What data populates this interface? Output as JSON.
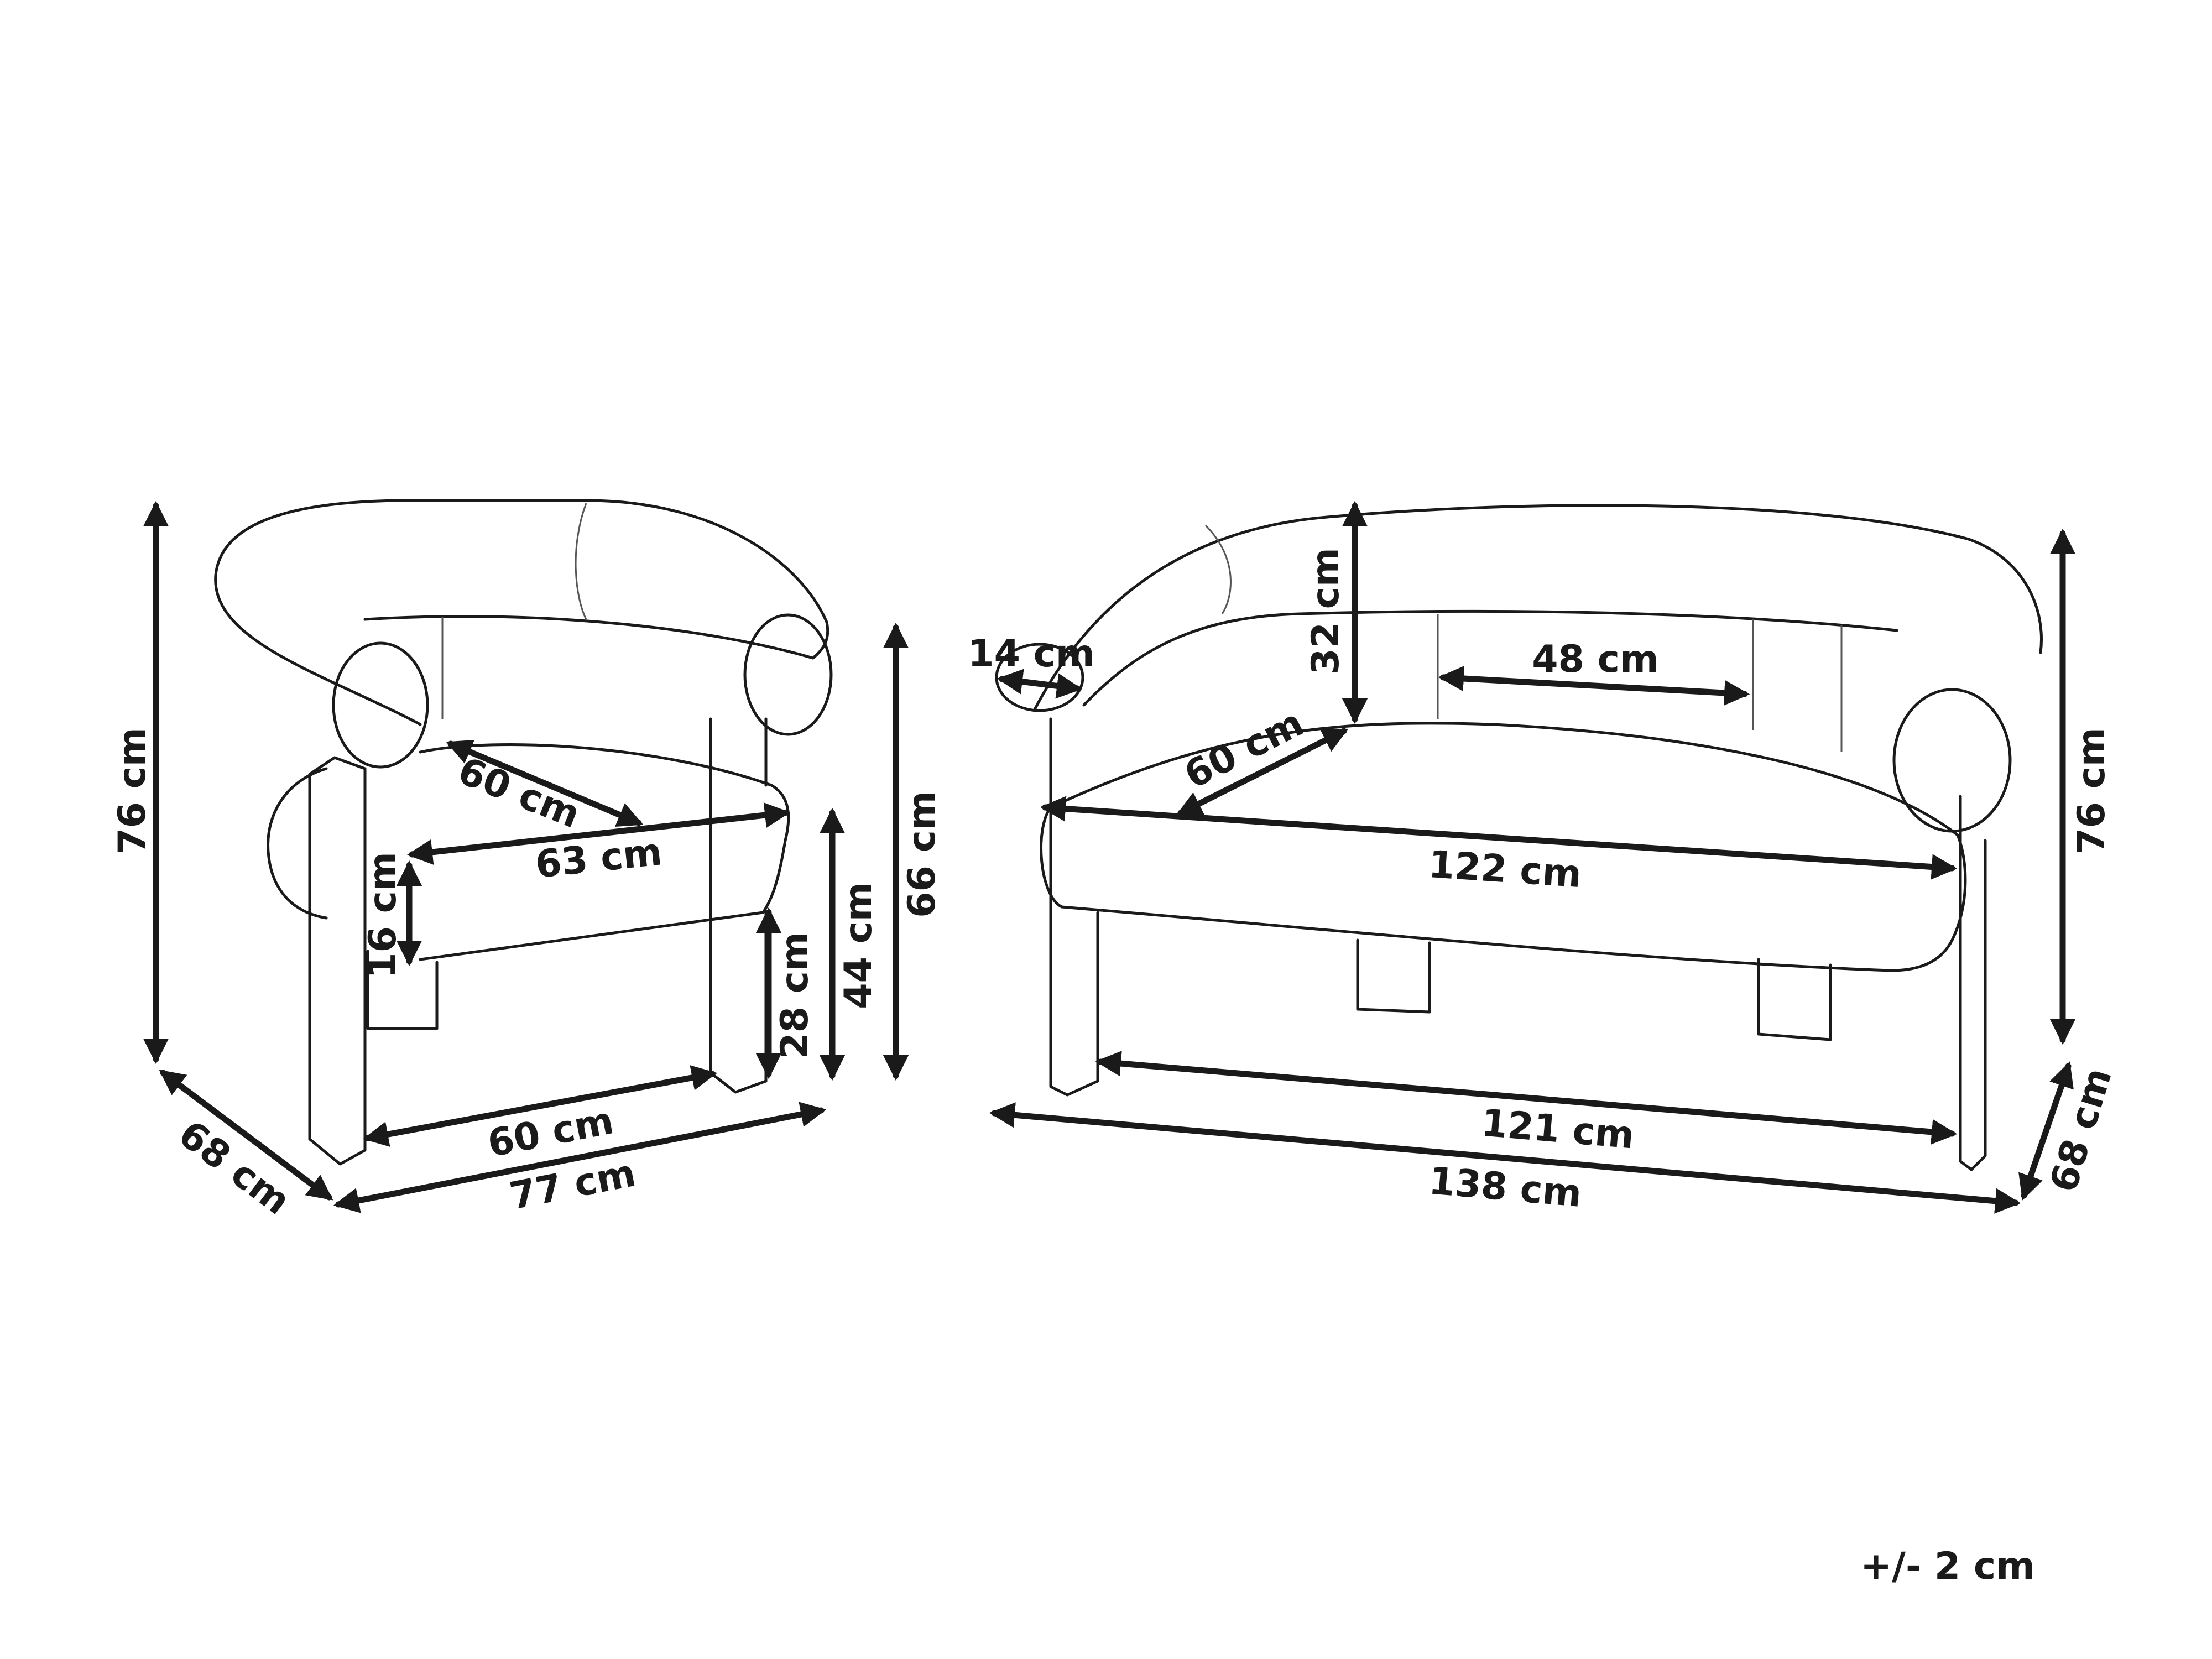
{
  "armchair": {
    "height_total": "76 cm",
    "depth": "68 cm",
    "width_total": "77 cm",
    "base_width": "60 cm",
    "seat_depth": "60 cm",
    "seat_width": "63 cm",
    "cushion_thickness": "16 cm",
    "leg_height": "28 cm",
    "seat_height": "44 cm",
    "arm_height": "66 cm"
  },
  "sofa": {
    "roll_diameter": "14 cm",
    "back_height": "32 cm",
    "backrest_width": "48 cm",
    "seat_depth": "60 cm",
    "seat_width": "122 cm",
    "height_total": "76 cm",
    "base_width": "121 cm",
    "width_total": "138 cm",
    "depth": "68 cm"
  },
  "tolerance": "+/- 2 cm",
  "colors": {
    "line": "#1a1a1a",
    "background": "#ffffff"
  }
}
